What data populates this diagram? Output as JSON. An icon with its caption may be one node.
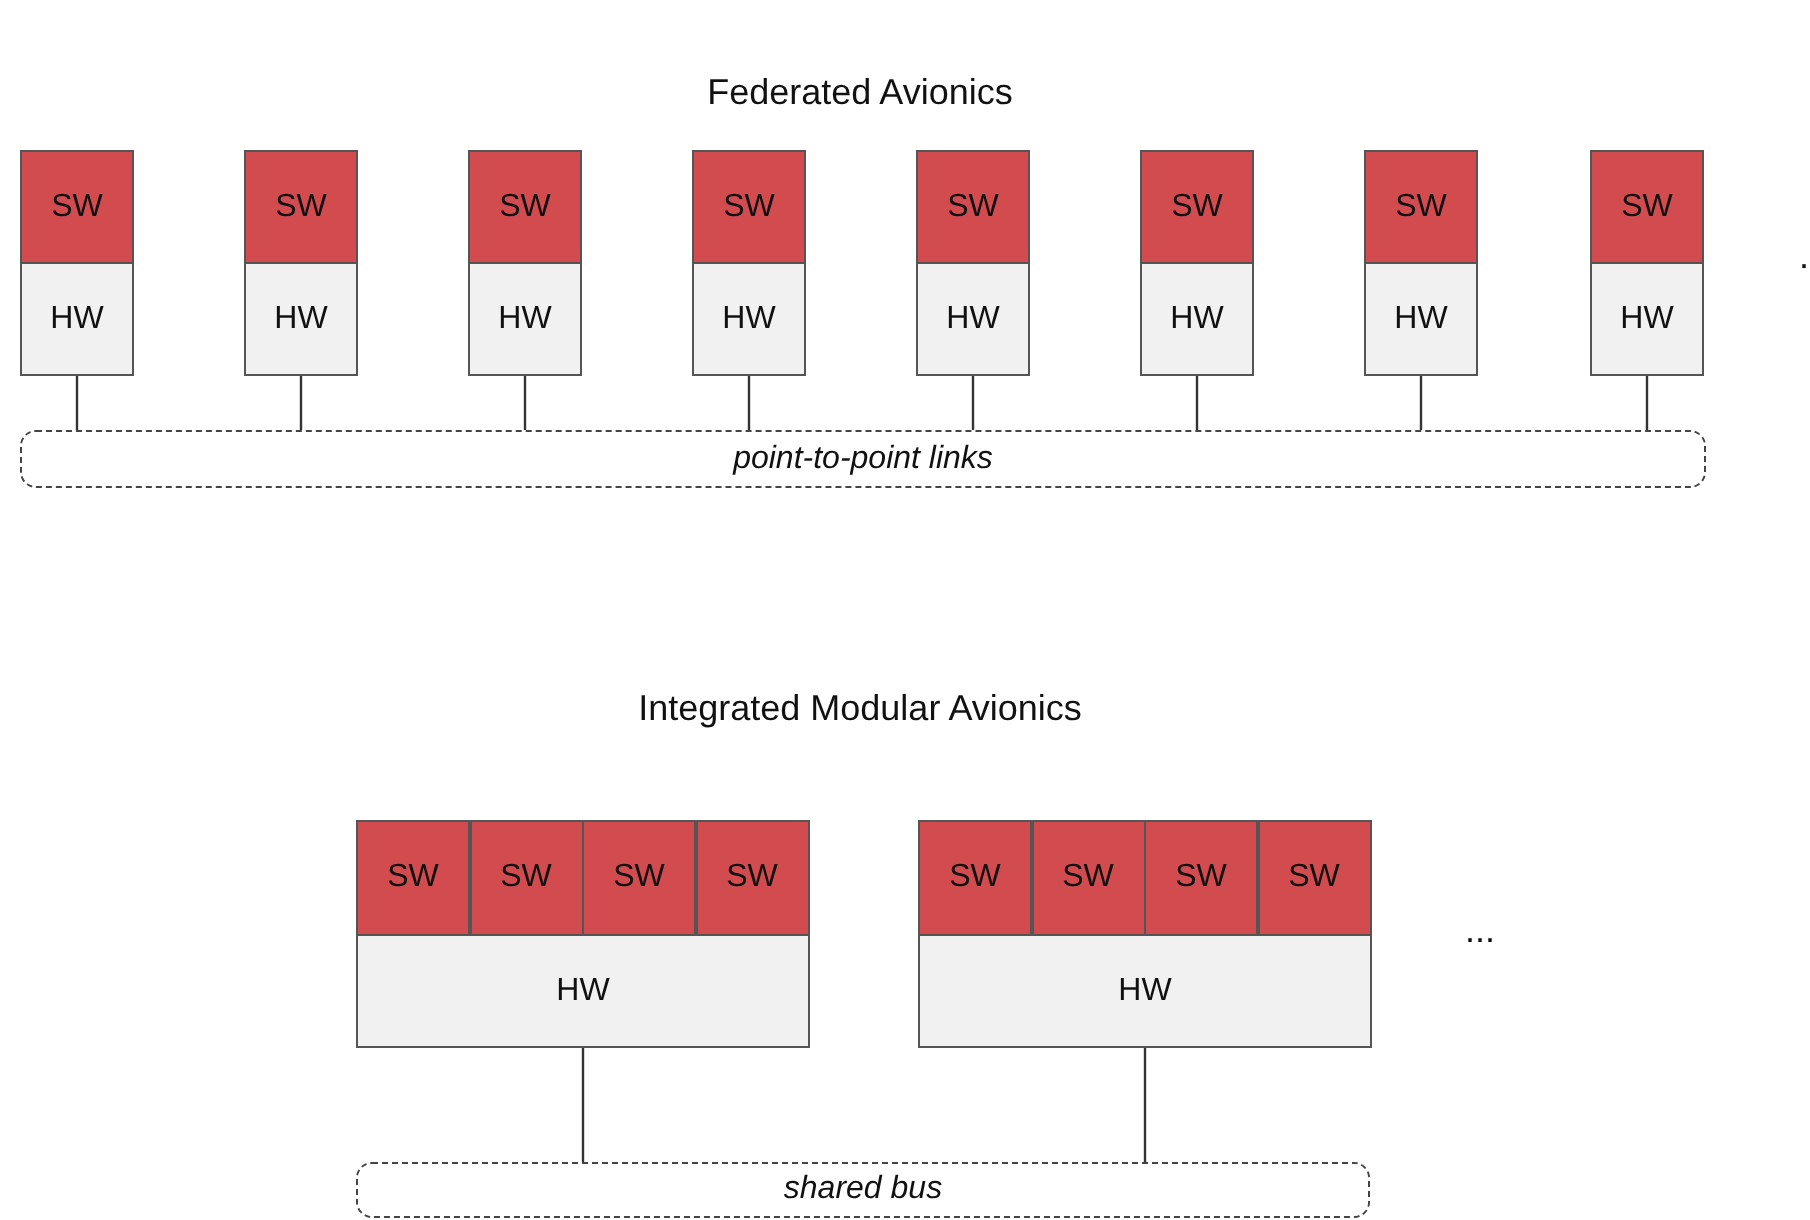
{
  "diagram": {
    "nodes": [
      {
        "text": [
          "SW"
        ]
      },
      {
        "text": [
          "SW"
        ]
      },
      {
        "text": [
          "SW"
        ]
      },
      {
        "text": [
          "SW"
        ]
      },
      {
        "text": [
          "SW"
        ]
      },
      {
        "text": [
          "SW"
        ]
      },
      {
        "text": [
          "SW"
        ]
      },
      {
        "text": [
          "SW"
        ]
      },
      {
        "text": [
          "HW"
        ]
      },
      {
        "text": [
          "HW"
        ]
      },
      {
        "text": [
          "HW"
        ]
      },
      {
        "text": [
          "HW"
        ]
      },
      {
        "text": [
          "HW"
        ]
      },
      {
        "text": [
          "HW"
        ]
      },
      {
        "text": [
          "HW"
        ]
      },
      {
        "text": [
          "HW"
        ]
      },
      {
        "text": [
          "point-to-point links"
        ]
      },
      {
        "text": [
          "SW"
        ]
      },
      {
        "text": [
          "SW"
        ]
      },
      {
        "text": [
          "SW"
        ]
      },
      {
        "text": [
          "SW"
        ]
      },
      {
        "text": [
          "SW"
        ]
      },
      {
        "text": [
          "SW"
        ]
      },
      {
        "text": [
          "SW"
        ]
      },
      {
        "text": [
          "SW"
        ]
      },
      {
        "text": [
          "HW"
        ]
      },
      {
        "text": [
          "HW"
        ]
      },
      {
        "text": [
          "shared bus"
        ]
      }
    ],
    "edges": [
      {
        "from": 8,
        "to": 16,
        "arrow": "none"
      },
      {
        "from": 9,
        "to": 16,
        "arrow": "none"
      },
      {
        "from": 10,
        "to": 16,
        "arrow": "none"
      },
      {
        "from": 11,
        "to": 16,
        "arrow": "none"
      },
      {
        "from": 12,
        "to": 16,
        "arrow": "none"
      },
      {
        "from": 13,
        "to": 16,
        "arrow": "none"
      },
      {
        "from": 14,
        "to": 16,
        "arrow": "none"
      },
      {
        "from": 15,
        "to": 16,
        "arrow": "none"
      },
      {
        "from": 25,
        "to": 27,
        "arrow": "none"
      },
      {
        "from": 26,
        "to": 27,
        "arrow": "none"
      }
    ],
    "labels": [
      "Federated Avionics",
      ".",
      "Integrated Modular Avionics",
      "..."
    ]
  }
}
